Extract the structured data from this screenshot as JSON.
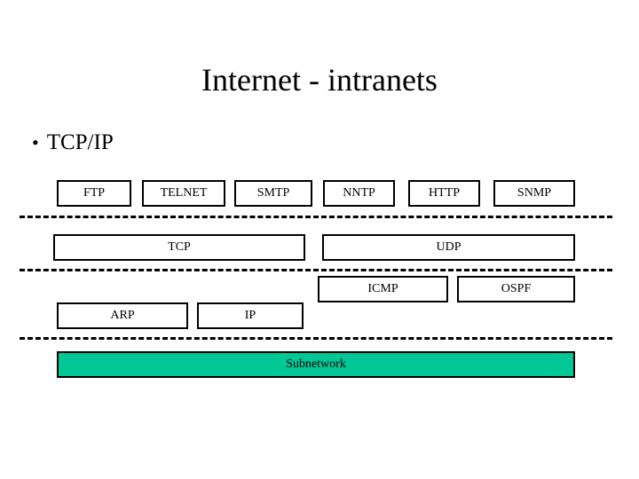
{
  "slide": {
    "title": "Internet - intranets",
    "background_color": "#ffffff",
    "text_color": "#000000"
  },
  "bullets": [
    {
      "glyph": "•",
      "label": "TCP/IP"
    }
  ],
  "diagram": {
    "name": "tcp-ip-protocol-stack",
    "accent_color": "#00c795",
    "border_color": "#000000",
    "separator_style": "dashed",
    "layers": [
      {
        "name": "application-layer",
        "boxes": [
          {
            "label": "FTP"
          },
          {
            "label": "TELNET"
          },
          {
            "label": "SMTP"
          },
          {
            "label": "NNTP"
          },
          {
            "label": "HTTP"
          },
          {
            "label": "SNMP"
          }
        ]
      },
      {
        "name": "transport-layer",
        "boxes": [
          {
            "label": "TCP"
          },
          {
            "label": "UDP"
          }
        ]
      },
      {
        "name": "network-layer",
        "boxes": [
          {
            "label": "ICMP"
          },
          {
            "label": "OSPF"
          },
          {
            "label": "ARP"
          },
          {
            "label": "IP"
          }
        ]
      },
      {
        "name": "subnetwork-layer",
        "boxes": [
          {
            "label": "Subnetwork"
          }
        ]
      }
    ]
  }
}
